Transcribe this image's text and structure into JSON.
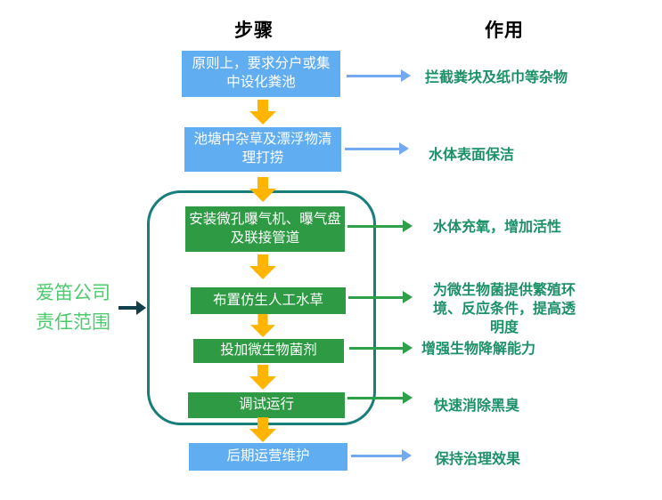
{
  "header": {
    "steps_title": "步骤",
    "effects_title": "作用"
  },
  "flow": {
    "boxes": [
      {
        "label": "原则上，要求分户或集中设化粪池",
        "type": "blue"
      },
      {
        "label": "池塘中杂草及漂浮物清理打捞",
        "type": "blue"
      },
      {
        "label": "安装微孔曝气机、曝气盘及联接管道",
        "type": "green"
      },
      {
        "label": "布置仿生人工水草",
        "type": "green"
      },
      {
        "label": "投加微生物菌剂",
        "type": "green"
      },
      {
        "label": "调试运行",
        "type": "green"
      },
      {
        "label": "后期运营维护",
        "type": "blue"
      }
    ],
    "effects": [
      {
        "label": "拦截粪块及纸巾等杂物",
        "arrow_color": "blue"
      },
      {
        "label": "水体表面保洁",
        "arrow_color": "blue"
      },
      {
        "label": "水体充氧，增加活性",
        "arrow_color": "green"
      },
      {
        "label": "为微生物菌提供繁殖环境、反应条件，提高透明度",
        "arrow_color": "green"
      },
      {
        "label": "增强生物降解能力",
        "arrow_color": "green"
      },
      {
        "label": "快速消除黑臭",
        "arrow_color": "green"
      },
      {
        "label": "保持治理效果",
        "arrow_color": "blue"
      }
    ]
  },
  "scope": {
    "label": "爱笛公司\n责任范围"
  },
  "colors": {
    "blue_box": "#61ADF1",
    "green_box": "#2E9B44",
    "down_arrow": "#FFB400",
    "blue_arrow": "#72A9F1",
    "green_arrow": "#2FA04A",
    "scope_border": "#177E7B",
    "effect_text": "#1C9168",
    "scope_text": "#4DC96E",
    "scope_arrow": "#123F4D"
  }
}
